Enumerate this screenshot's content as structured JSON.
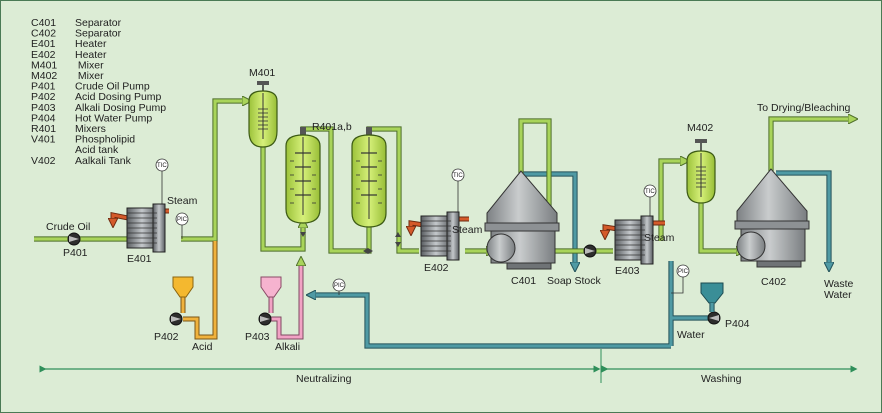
{
  "legend": [
    {
      "code": "C401",
      "desc": "Separator"
    },
    {
      "code": "C402",
      "desc": "Separator"
    },
    {
      "code": "E401",
      "desc": "Heater"
    },
    {
      "code": "E402",
      "desc": "Heater"
    },
    {
      "code": "M401",
      "desc": " Mixer"
    },
    {
      "code": "M402",
      "desc": " Mixer"
    },
    {
      "code": "P401",
      "desc": "Crude Oil Pump"
    },
    {
      "code": "P402",
      "desc": "Acid Dosing Pump"
    },
    {
      "code": "P403",
      "desc": "Alkali Dosing Pump"
    },
    {
      "code": "P404",
      "desc": "Hot Water Pump"
    },
    {
      "code": "R401",
      "desc": "Mixers"
    },
    {
      "code": "V401",
      "desc": "Phospholipid"
    },
    {
      "code": "",
      "desc": "Acid tank"
    },
    {
      "code": "V402",
      "desc": "Aalkali Tank"
    }
  ],
  "labels": {
    "crude_oil": "Crude Oil",
    "p401": "P401",
    "e401": "E401",
    "steam1": "Steam",
    "m401": "M401",
    "r401": "R401a,b",
    "e402": "E402",
    "steam2": "Steam",
    "c401": "C401",
    "soap_stock": "Soap Stock",
    "e403": "E403",
    "steam3": "Steam",
    "m402": "M402",
    "to_drying": "To Drying/Bleaching",
    "c402": "C402",
    "waste_water_1": "Waste",
    "waste_water_2": "Water",
    "p402": "P402",
    "acid": "Acid",
    "p403": "P403",
    "alkali": "Alkali",
    "water": "Water",
    "p404": "P404",
    "neutralizing": "Neutralizing",
    "washing": "Washing"
  },
  "instruments": {
    "tic": "TIC",
    "pic": "PIC"
  },
  "colors": {
    "background": "#dcecd5",
    "oil_pipe": "#a9d45a",
    "water_pipe": "#4f9aa4",
    "acid_pipe": "#f0b23c",
    "alkali_pipe": "#f2a2c4",
    "steam_pipe": "#d45a2a",
    "vessel_fill": "#c6e85a",
    "separator": "#a3a6a8",
    "section_line": "#2f8f5a"
  }
}
